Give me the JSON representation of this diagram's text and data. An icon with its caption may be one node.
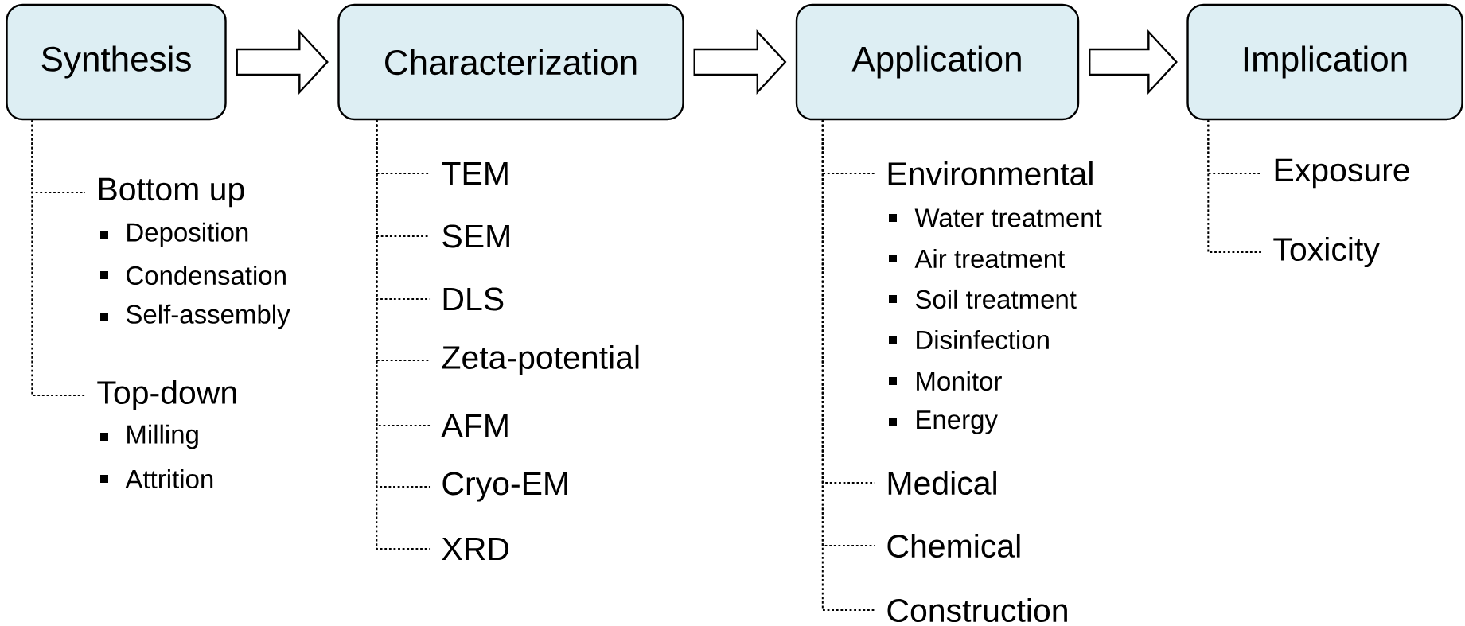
{
  "diagram": {
    "nodes": [
      {
        "text": [
          "Synthesis"
        ]
      },
      {
        "text": [
          "Characterization"
        ]
      },
      {
        "text": [
          "Application"
        ]
      },
      {
        "text": [
          "Implication"
        ]
      },
      {
        "text": [
          "Bottom up"
        ],
        "beside": [
          "Deposition",
          "Condensation",
          "Self-assembly"
        ]
      },
      {
        "text": [
          "Top-down"
        ],
        "beside": [
          "Milling",
          "Attrition"
        ]
      },
      {
        "text": [
          "TEM"
        ]
      },
      {
        "text": [
          "SEM"
        ]
      },
      {
        "text": [
          "DLS"
        ]
      },
      {
        "text": [
          "Zeta-potential"
        ]
      },
      {
        "text": [
          "AFM"
        ]
      },
      {
        "text": [
          "Cryo-EM"
        ]
      },
      {
        "text": [
          "XRD"
        ]
      },
      {
        "text": [
          "Environmental"
        ],
        "beside": [
          "Water treatment",
          "Air treatment",
          "Soil treatment",
          "Disinfection",
          "Monitor",
          "Energy"
        ]
      },
      {
        "text": [
          "Medical"
        ]
      },
      {
        "text": [
          "Chemical"
        ]
      },
      {
        "text": [
          "Construction"
        ]
      },
      {
        "text": [
          "Exposure"
        ]
      },
      {
        "text": [
          "Toxicity"
        ]
      }
    ],
    "edges": [
      {
        "from": 0,
        "to": 1,
        "arrow": "to"
      },
      {
        "from": 1,
        "to": 2,
        "arrow": "to"
      },
      {
        "from": 2,
        "to": 3,
        "arrow": "to"
      },
      {
        "from": 0,
        "to": 4,
        "arrow": "none",
        "style": "dashed"
      },
      {
        "from": 0,
        "to": 5,
        "arrow": "none",
        "style": "dashed"
      },
      {
        "from": 1,
        "to": 6,
        "arrow": "none",
        "style": "dashed"
      },
      {
        "from": 1,
        "to": 7,
        "arrow": "none",
        "style": "dashed"
      },
      {
        "from": 1,
        "to": 8,
        "arrow": "none",
        "style": "dashed"
      },
      {
        "from": 1,
        "to": 9,
        "arrow": "none",
        "style": "dashed"
      },
      {
        "from": 1,
        "to": 10,
        "arrow": "none",
        "style": "dashed"
      },
      {
        "from": 1,
        "to": 11,
        "arrow": "none",
        "style": "dashed"
      },
      {
        "from": 1,
        "to": 12,
        "arrow": "none",
        "style": "dashed"
      },
      {
        "from": 2,
        "to": 13,
        "arrow": "none",
        "style": "dashed"
      },
      {
        "from": 2,
        "to": 14,
        "arrow": "none",
        "style": "dashed"
      },
      {
        "from": 2,
        "to": 15,
        "arrow": "none",
        "style": "dashed"
      },
      {
        "from": 2,
        "to": 16,
        "arrow": "none",
        "style": "dashed"
      },
      {
        "from": 3,
        "to": 17,
        "arrow": "none",
        "style": "dashed"
      },
      {
        "from": 3,
        "to": 18,
        "arrow": "none",
        "style": "dashed"
      }
    ]
  }
}
